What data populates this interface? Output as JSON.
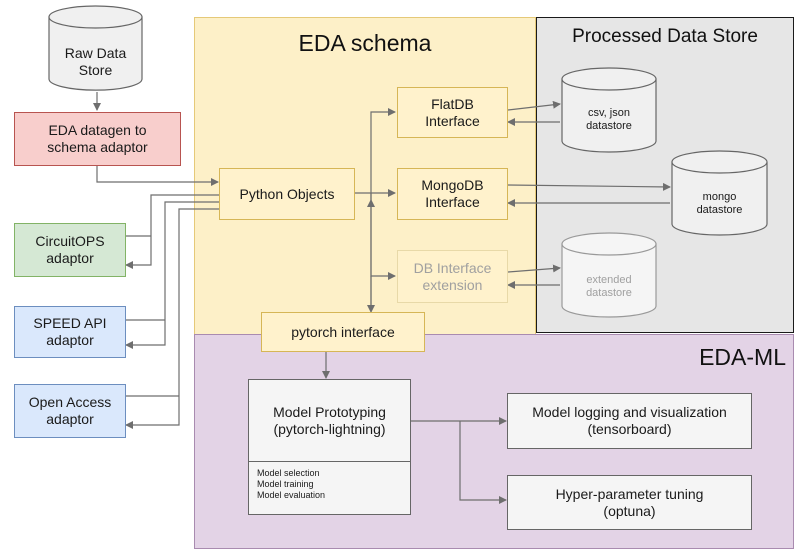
{
  "regions": {
    "eda_schema": {
      "title": "EDA schema",
      "fill": "#fdf0c8",
      "stroke": "#e5c978"
    },
    "processed_store": {
      "title": "Processed Data Store",
      "fill": "#e6e6e6",
      "stroke": "#1a1a1a"
    },
    "eda_ml": {
      "title": "EDA-ML",
      "fill": "#e3d3e6",
      "stroke": "#a98bb0"
    }
  },
  "nodes": {
    "raw_data_store": "Raw Data\nStore",
    "datagen_adaptor": "EDA datagen to\nschema adaptor",
    "circuitops_adaptor": "CircuitOPS\nadaptor",
    "speed_api_adaptor": "SPEED API\nadaptor",
    "open_access_adaptor": "Open Access\nadaptor",
    "python_objects": "Python Objects",
    "flatdb_interface": "FlatDB\nInterface",
    "mongodb_interface": "MongoDB\nInterface",
    "db_interface_extension": "DB Interface\nextension",
    "csv_json_datastore": "csv, json\ndatastore",
    "mongo_datastore": "mongo\ndatastore",
    "extended_datastore": "extended\ndatastore",
    "pytorch_interface": "pytorch interface",
    "model_prototyping": "Model Prototyping\n(pytorch-lightning)",
    "model_prototyping_items": [
      "Model selection",
      "Model training",
      "Model evaluation"
    ],
    "model_logging": "Model logging and visualization\n(tensorboard)",
    "hyperparameter_tuning": "Hyper-parameter tuning\n(optuna)"
  },
  "colors": {
    "red_fill": "#f8cecc",
    "red_stroke": "#b85450",
    "green_fill": "#d5e8d4",
    "green_stroke": "#82b366",
    "blue_fill": "#dae8fc",
    "blue_stroke": "#6c8ebf",
    "yellow_fill": "#fff2cc",
    "yellow_stroke": "#d6b656",
    "gray_fill": "#f5f5f5",
    "gray_stroke": "#666666",
    "faded_text": "#a0a0a0",
    "wire": "#6e6e6e"
  }
}
